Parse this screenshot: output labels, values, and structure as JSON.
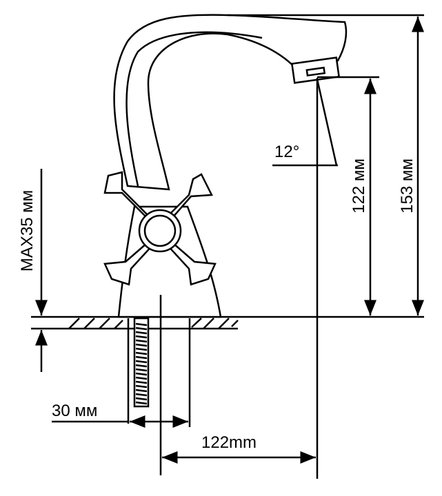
{
  "title": "Faucet installation dimensions",
  "labels": {
    "max_thickness": "MAX35 мм",
    "spout_height": "122 мм",
    "total_height": "153 мм",
    "angle": "12°",
    "hole_diameter": "30 мм",
    "spout_reach": "122mm"
  },
  "colors": {
    "line": "#000000",
    "background": "#ffffff"
  }
}
